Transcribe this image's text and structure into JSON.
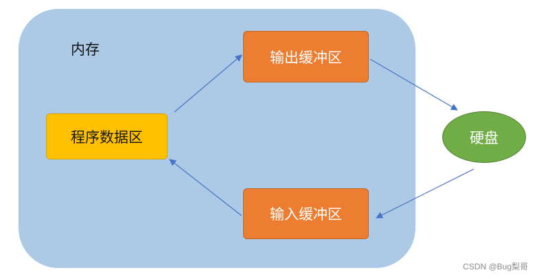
{
  "memory": {
    "label": "内存"
  },
  "boxes": {
    "program_data": "程序数据区",
    "output_buffer": "输出缓冲区",
    "input_buffer": "输入缓冲区",
    "disk": "硬盘"
  },
  "colors": {
    "memory_fill": "#acc9e6",
    "program_fill": "#ffc000",
    "buffer_fill": "#ed7d31",
    "disk_fill": "#70ad47",
    "arrow": "#4472c4"
  },
  "watermark": "CSDN @Bug梨哥"
}
